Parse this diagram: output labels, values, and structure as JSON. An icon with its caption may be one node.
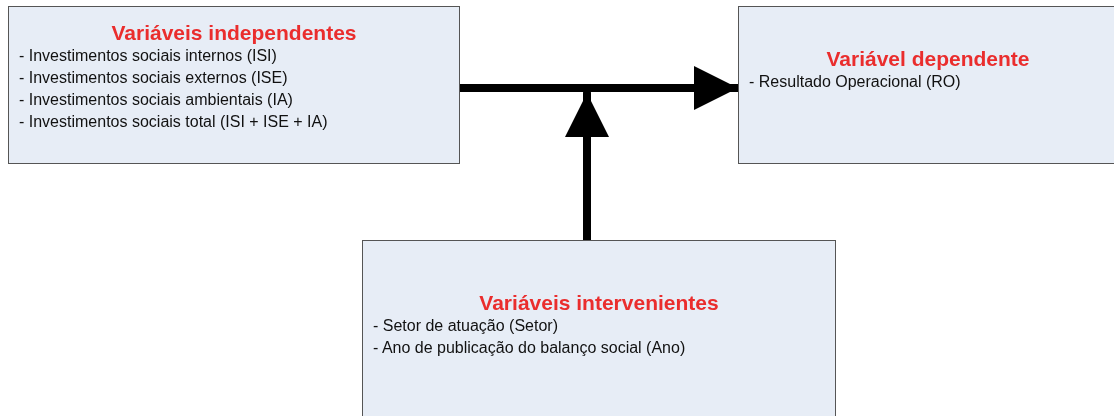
{
  "diagram": {
    "nodes": [
      {
        "text": [
          "Variáveis independentes",
          "- Investimentos sociais internos (ISI)",
          "- Investimentos sociais externos (ISE)",
          "- Investimentos sociais ambientais (IA)",
          "- Investimentos sociais total (ISI + ISE + IA)"
        ]
      },
      {
        "text": [
          "Variável dependente",
          "- Resultado Operacional (RO)"
        ]
      },
      {
        "text": [
          "Variáveis intervenientes",
          "- Setor de atuação (Setor)",
          "- Ano de publicação do balanço social (Ano)"
        ]
      }
    ],
    "edges": [
      {
        "from": 0,
        "to": 1,
        "arrow": "to"
      },
      {
        "from": 2,
        "to": null,
        "arrow": "to"
      }
    ]
  }
}
